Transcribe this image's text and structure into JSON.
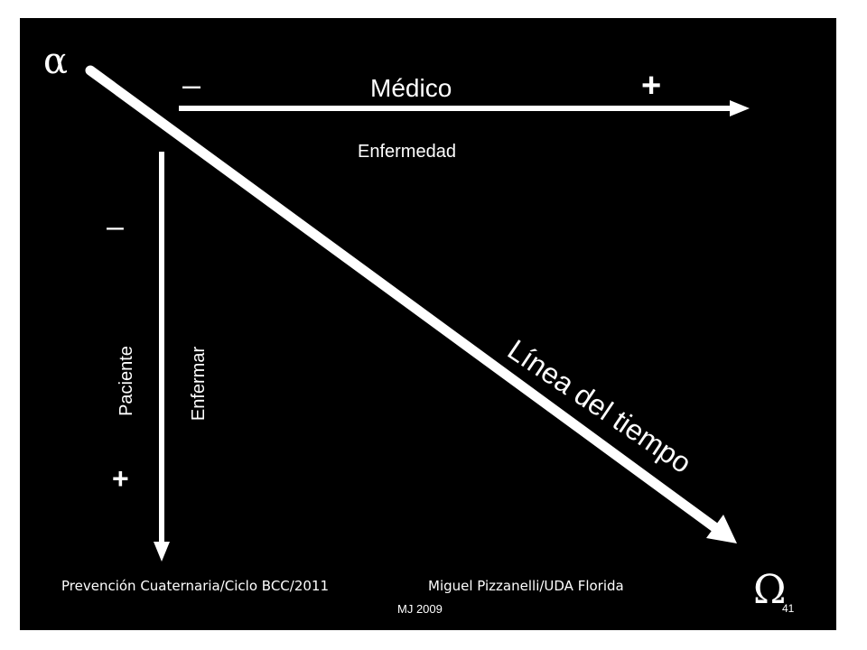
{
  "diagram": {
    "start_symbol": "α",
    "end_symbol": "Ω",
    "horizontal_axis": {
      "label": "Médico",
      "minus": "–",
      "plus": "+"
    },
    "horizontal_caption": "Enfermedad",
    "vertical_axis": {
      "label": "Paciente",
      "minus": "–",
      "plus": "+"
    },
    "vertical_caption": "Enfermar",
    "timeline_label": "Línea del tiempo"
  },
  "footer": {
    "left": "Prevención Cuaternaria/Ciclo BCC/2011",
    "right": "Miguel Pizzanelli/UDA Florida",
    "credit": "MJ 2009",
    "page_number": "41"
  },
  "colors": {
    "background": "#000000",
    "foreground": "#ffffff",
    "page": "#ffffff"
  }
}
